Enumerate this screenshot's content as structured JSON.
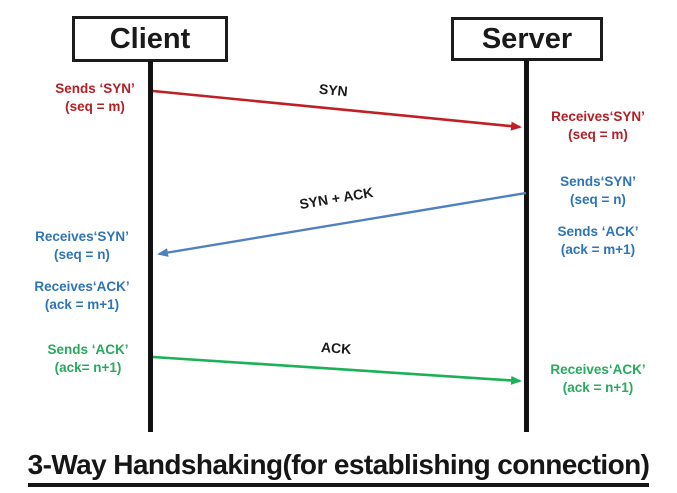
{
  "title": "3-Way Handshaking(for establishing connection)",
  "actors": {
    "client": "Client",
    "server": "Server"
  },
  "arrows": {
    "syn": {
      "label": "SYN"
    },
    "syn_ack": {
      "label": "SYN + ACK"
    },
    "ack": {
      "label": "ACK"
    }
  },
  "notes": {
    "client_sends_syn": {
      "line1": "Sends ‘SYN’",
      "line2": "(seq = m)"
    },
    "server_receives_syn": {
      "line1": "Receives‘SYN’",
      "line2": "(seq = m)"
    },
    "server_sends_syn": {
      "line1": "Sends‘SYN’",
      "line2": "(seq = n)"
    },
    "server_sends_ack": {
      "line1": "Sends ‘ACK’",
      "line2": "(ack = m+1)"
    },
    "client_receives_syn": {
      "line1": "Receives‘SYN’",
      "line2": "(seq = n)"
    },
    "client_receives_ack": {
      "line1": "Receives‘ACK’",
      "line2": "(ack = m+1)"
    },
    "client_sends_ack": {
      "line1": "Sends ‘ACK’",
      "line2": "(ack= n+1)"
    },
    "server_receives_ack": {
      "line1": "Receives‘ACK’",
      "line2": "(ack = n+1)"
    }
  },
  "colors": {
    "red_text": "#b32025",
    "red_arrow": "#c01f25",
    "blue_text": "#2e75b6",
    "blue_arrow": "#4f81bd",
    "green_text": "#28a95d",
    "green_arrow": "#1cb159"
  }
}
